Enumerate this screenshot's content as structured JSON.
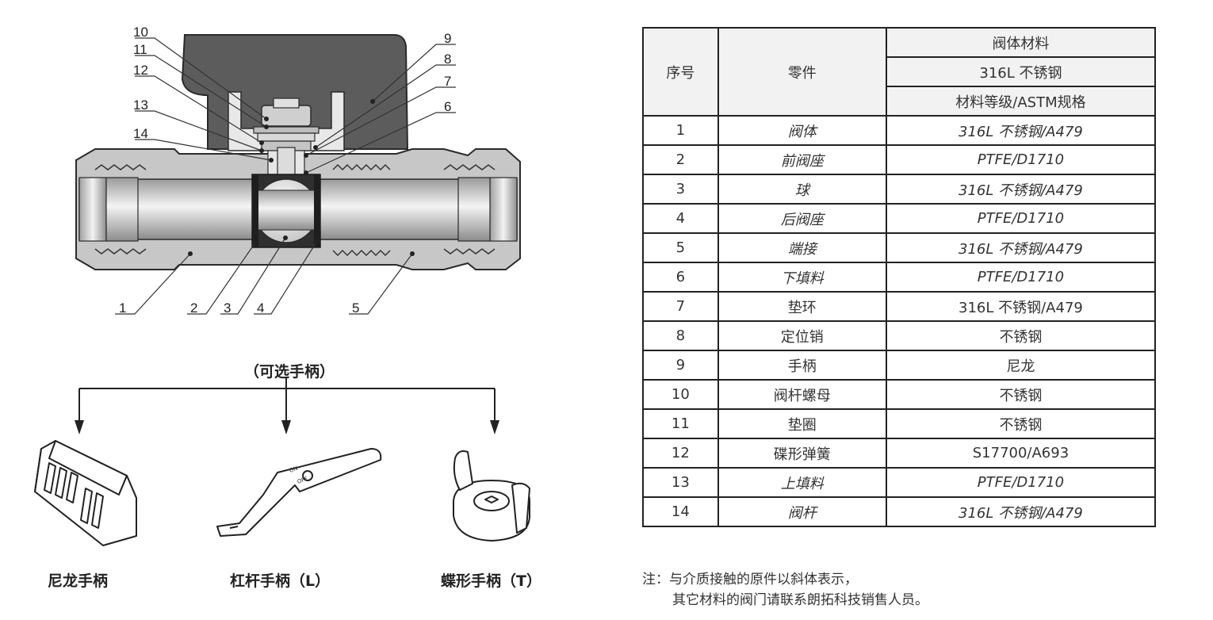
{
  "callouts": [
    "1",
    "2",
    "3",
    "4",
    "5",
    "6",
    "7",
    "8",
    "9",
    "10",
    "11",
    "12",
    "13",
    "14"
  ],
  "handle_options": {
    "title": "（可选手柄）",
    "labels": [
      "尼龙手柄",
      "杠杆手柄（L）",
      "蝶形手柄（T）"
    ],
    "lever_marks": {
      "on": "ON",
      "off": "OFF"
    }
  },
  "table": {
    "header": {
      "no": "序号",
      "part": "零件",
      "material_group": "阀体材料",
      "material_sub": "316L 不锈钢",
      "spec": "材料等级/ASTM规格"
    },
    "rows": [
      {
        "no": "1",
        "part": "阀体",
        "material": "316L 不锈钢/A479",
        "wetted": true
      },
      {
        "no": "2",
        "part": "前阀座",
        "material": "PTFE/D1710",
        "wetted": true
      },
      {
        "no": "3",
        "part": "球",
        "material": "316L 不锈钢/A479",
        "wetted": true
      },
      {
        "no": "4",
        "part": "后阀座",
        "material": "PTFE/D1710",
        "wetted": true
      },
      {
        "no": "5",
        "part": "端接",
        "material": "316L 不锈钢/A479",
        "wetted": true
      },
      {
        "no": "6",
        "part": "下填料",
        "material": "PTFE/D1710",
        "wetted": true
      },
      {
        "no": "7",
        "part": "垫环",
        "material": "316L 不锈钢/A479",
        "wetted": false
      },
      {
        "no": "8",
        "part": "定位销",
        "material": "不锈钢",
        "wetted": false
      },
      {
        "no": "9",
        "part": "手柄",
        "material": "尼龙",
        "wetted": false
      },
      {
        "no": "10",
        "part": "阀杆螺母",
        "material": "不锈钢",
        "wetted": false
      },
      {
        "no": "11",
        "part": "垫圈",
        "material": "不锈钢",
        "wetted": false
      },
      {
        "no": "12",
        "part": "碟形弹簧",
        "material": "S17700/A693",
        "wetted": false
      },
      {
        "no": "13",
        "part": "上填料",
        "material": "PTFE/D1710",
        "wetted": true
      },
      {
        "no": "14",
        "part": "阀杆",
        "material": "316L 不锈钢/A479",
        "wetted": true
      }
    ]
  },
  "note": {
    "line1": "注：与介质接触的原件以斜体表示，",
    "line2": "其它材料的阀门请联系朗拓科技销售人员。"
  }
}
